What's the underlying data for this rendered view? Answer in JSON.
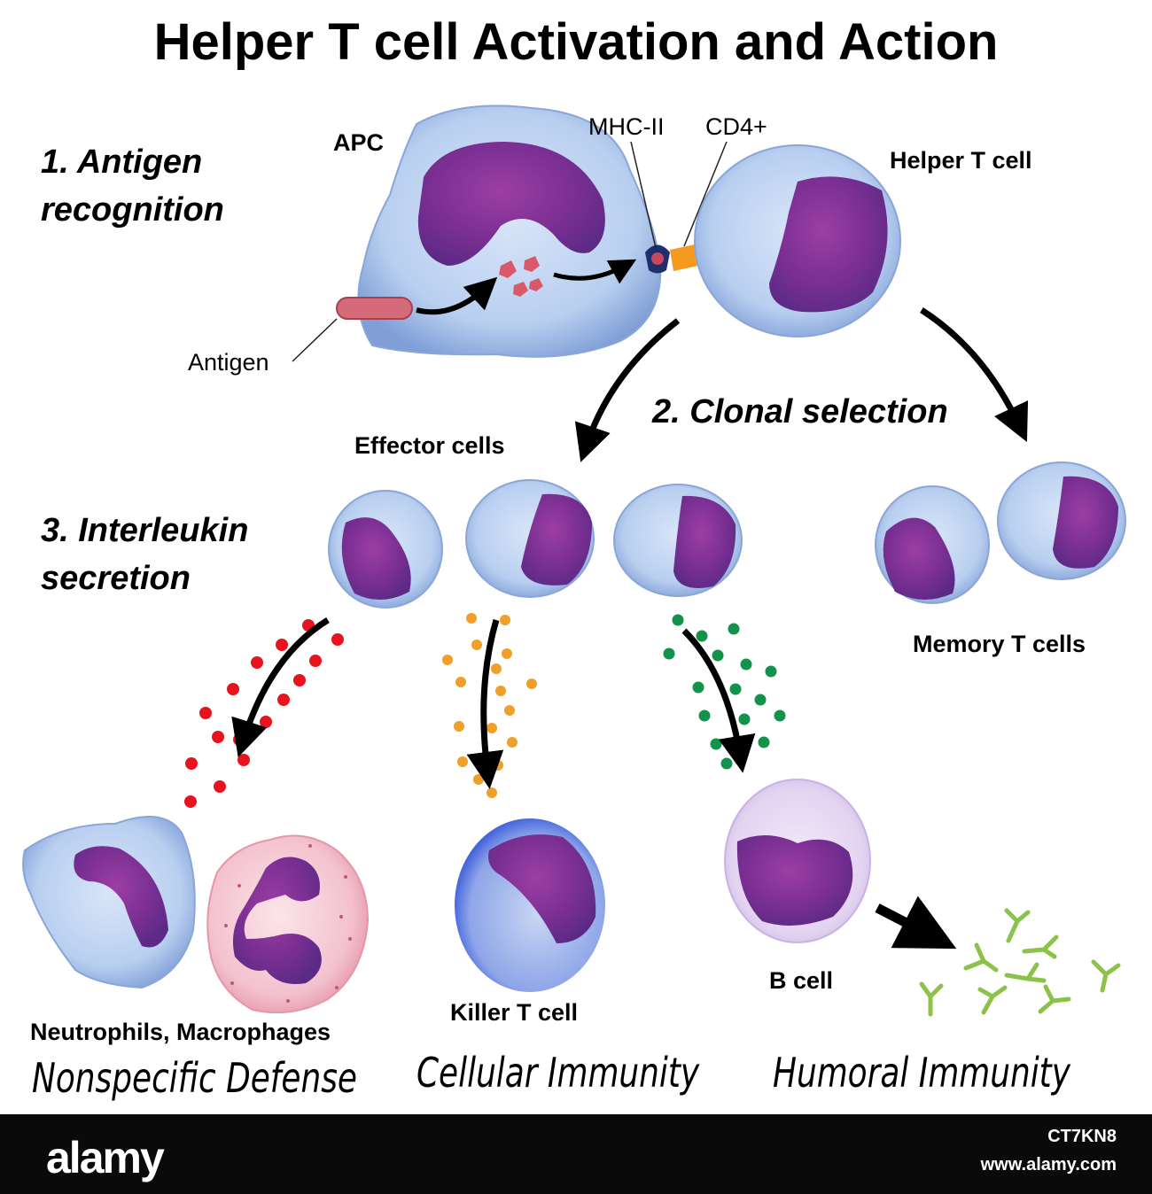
{
  "title": "Helper T cell Activation and Action",
  "steps": {
    "step1_line1": "1. Antigen",
    "step1_line2": "recognition",
    "step2": "2. Clonal selection",
    "step3_line1": "3. Interleukin",
    "step3_line2": "secretion"
  },
  "labels": {
    "apc": "APC",
    "mhc": "MHC-II",
    "cd4": "CD4+",
    "helper": "Helper T cell",
    "antigen": "Antigen",
    "effector": "Effector cells",
    "memory": "Memory T cells",
    "neutrophils": "Neutrophils, Macrophages",
    "killer": "Killer T cell",
    "bcell": "B cell"
  },
  "categories": {
    "nonspecific": "Nonspecific Defense",
    "cellular": "Cellular Immunity",
    "humoral": "Humoral Immunity"
  },
  "footer": {
    "logo": "alamy",
    "image_id": "CT7KN8",
    "url": "www.alamy.com"
  },
  "colors": {
    "cell_cytoplasm": "#b9cff0",
    "nucleus": "#7a2f92",
    "interleukin_red": "#e8131e",
    "interleukin_orange": "#f0a02a",
    "interleukin_green": "#12924a",
    "antibody": "#8bc34a",
    "mhc": "#1f2f6e",
    "cd4": "#f39a1f"
  }
}
